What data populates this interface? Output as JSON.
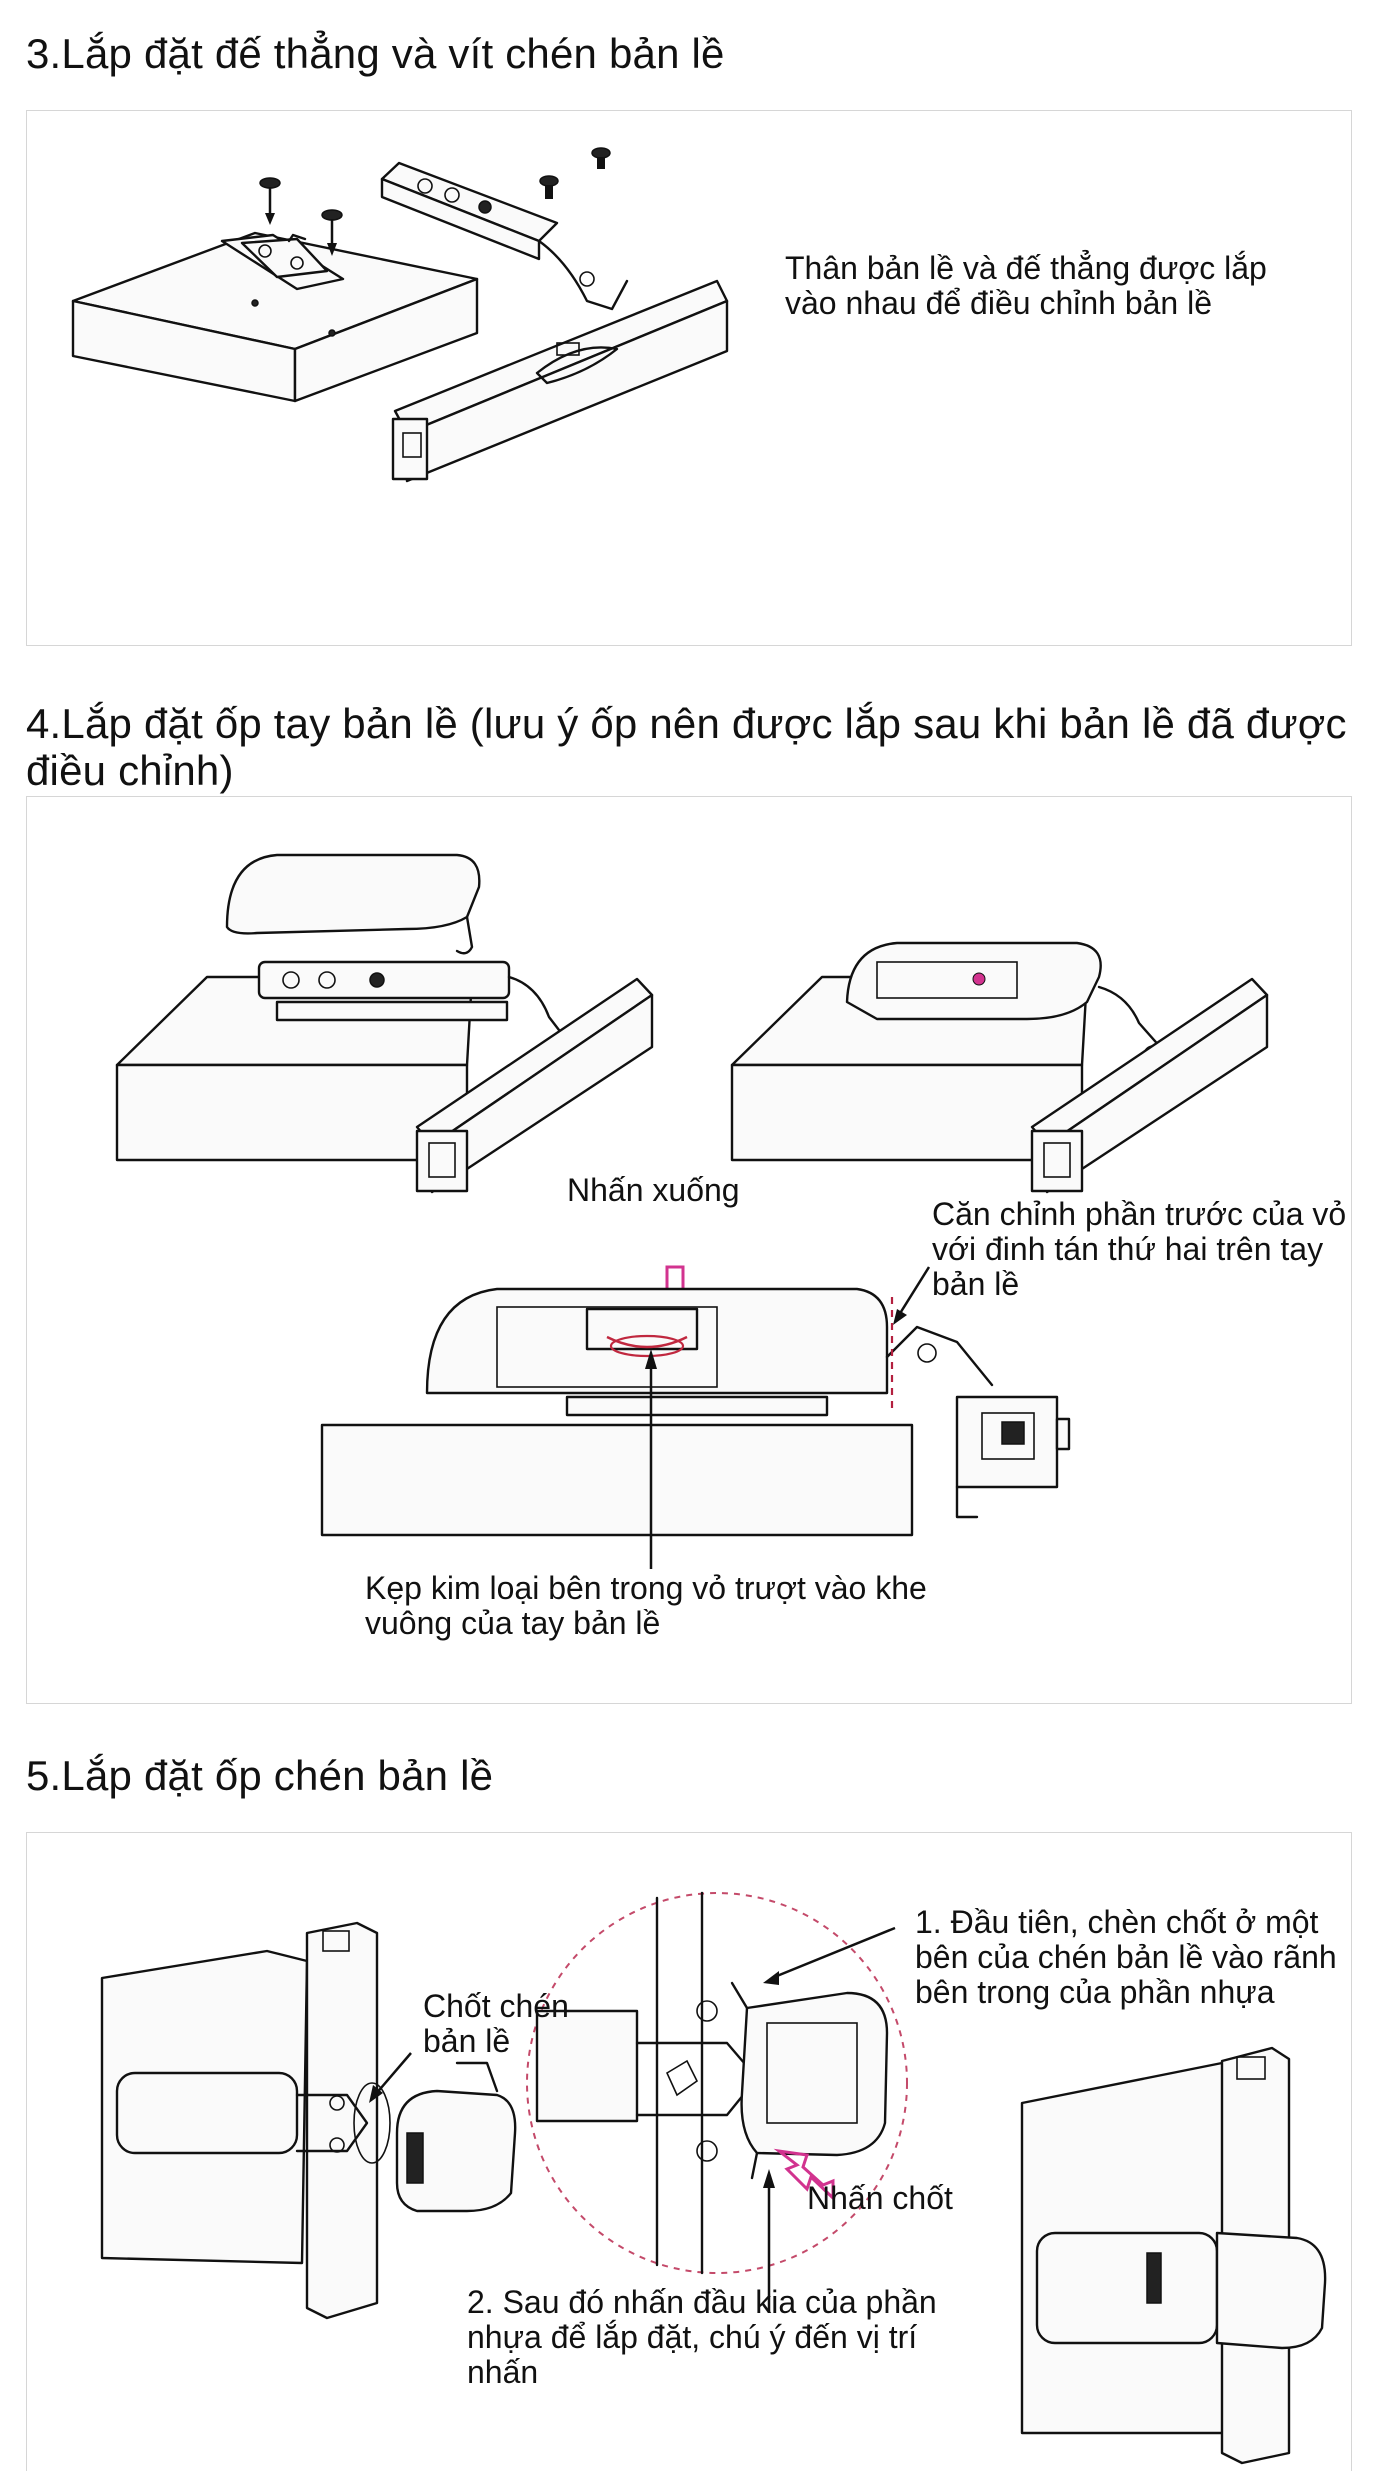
{
  "section3": {
    "title": "3.Lắp đặt đế thẳng và vít chén bản lề",
    "note": "Thân bản lề và đế thẳng được lắp\nvào nhau để điều chỉnh bản lề"
  },
  "section4": {
    "title": "4.Lắp đặt ốp tay bản lề (lưu ý ốp nên được lắp sau khi bản lề\n   đã được điều chỉnh)",
    "press_label": "Nhấn xuống",
    "align_note": "Căn chỉnh phần trước của vỏ\nvới đinh tán thứ hai trên tay\nbản lề",
    "clip_note": "Kẹp kim loại bên trong vỏ trượt vào khe\nvuông của tay bản lề"
  },
  "section5": {
    "title": "5.Lắp đặt ốp chén bản lề",
    "pin_label": "Chốt chén\nbản lề",
    "step1_note": "1. Đầu tiên, chèn chốt ở một\nbên của chén bản lề vào rãnh\nbên trong của phần nhựa",
    "press_pin_label": "Nhấn chốt",
    "step2_note": "2. Sau đó nhấn đầu kia của phần\nnhựa để lắp đặt, chú ý đến vị trí\nnhấn"
  },
  "colors": {
    "text": "#111111",
    "border": "#d6d6d6",
    "accent_pink": "#d2338f",
    "dashed_red": "#b3203f"
  },
  "icons": [
    "screw-icon",
    "hinge-plate-icon",
    "hinge-arm-icon",
    "hinge-cover-icon",
    "press-arrow-icon",
    "cabinet-board-icon",
    "cup-cover-icon"
  ]
}
